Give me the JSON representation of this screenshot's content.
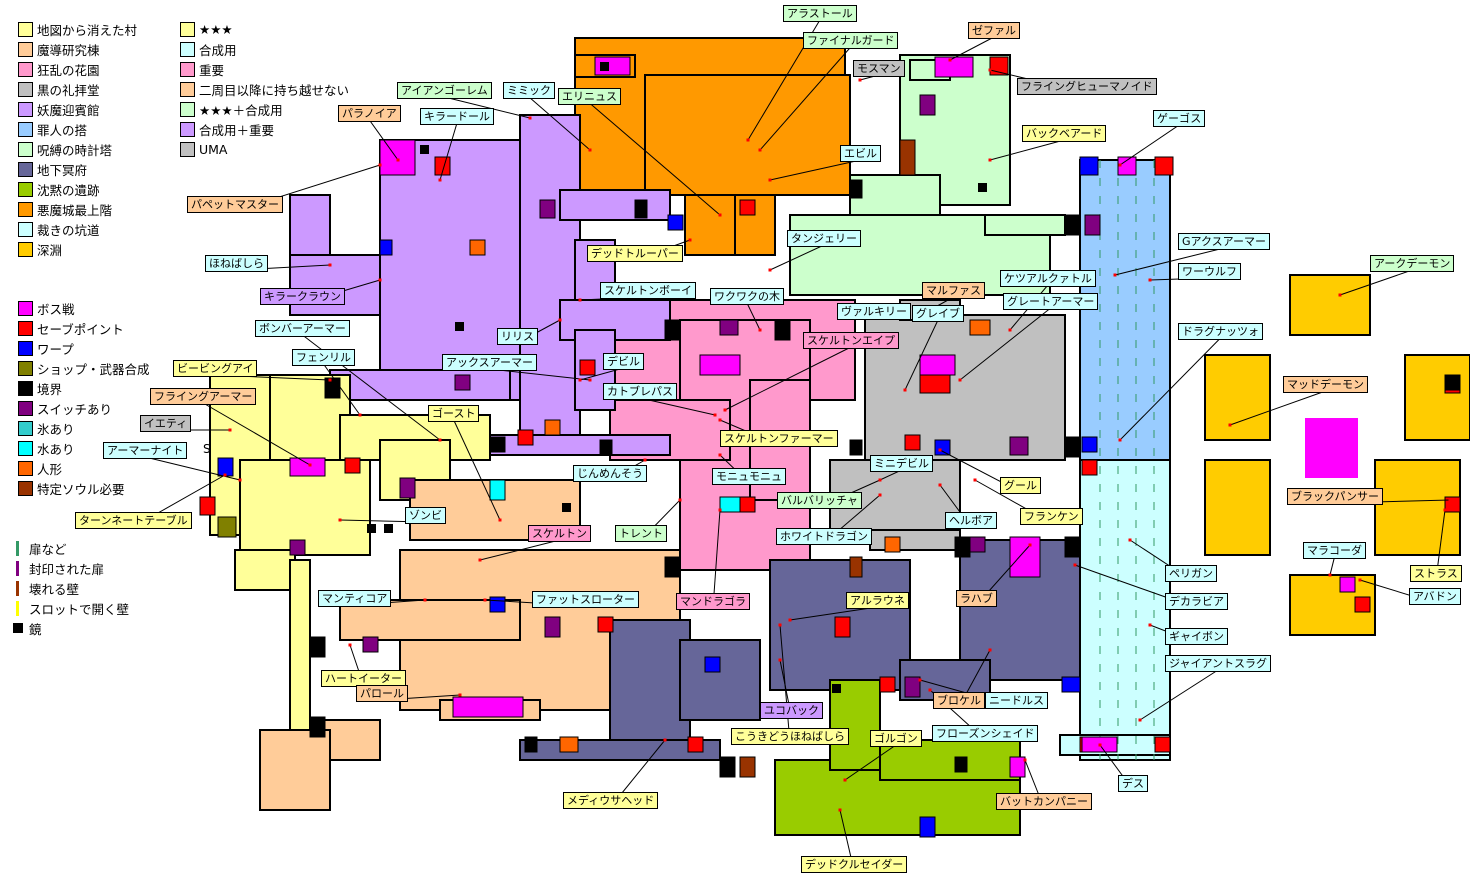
{
  "colors": {
    "village": "#ffff99",
    "lab": "#ffcc99",
    "garden": "#ff99cc",
    "chapel": "#c0c0c0",
    "hall": "#cc99ff",
    "tower": "#99ccff",
    "clock": "#ccffcc",
    "crypt": "#666699",
    "ruins": "#99cc00",
    "castle": "#ff9900",
    "mine": "#ccffff",
    "abyss": "#ffcc00",
    "boss": "#ff00ff",
    "save": "#ff0000",
    "warp": "#0000ff",
    "shop": "#808000",
    "border": "#000000",
    "switch": "#800080",
    "ice": "#33cccc",
    "water": "#00ffff",
    "doll": "#ff6600",
    "soul": "#993300",
    "door": "#339966",
    "sealed": "#800080",
    "breakable": "#993300",
    "slotwall": "#ffff00",
    "mirror": "#000000"
  },
  "legend": {
    "areas": [
      {
        "key": "village",
        "label": "地図から消えた村"
      },
      {
        "key": "lab",
        "label": "魔導研究棟"
      },
      {
        "key": "garden",
        "label": "狂乱の花園"
      },
      {
        "key": "chapel",
        "label": "黒の礼拝堂"
      },
      {
        "key": "hall",
        "label": "妖魔迎賓館"
      },
      {
        "key": "tower",
        "label": "罪人の搭"
      },
      {
        "key": "clock",
        "label": "呪縛の時計塔"
      },
      {
        "key": "crypt",
        "label": "地下冥府"
      },
      {
        "key": "ruins",
        "label": "沈黙の遺跡"
      },
      {
        "key": "castle",
        "label": "悪魔城最上階"
      },
      {
        "key": "mine",
        "label": "裁きの坑道"
      },
      {
        "key": "abyss",
        "label": "深淵"
      }
    ],
    "label_types": [
      {
        "key": "village",
        "label": "★★★"
      },
      {
        "key": "mine",
        "label": "合成用"
      },
      {
        "key": "garden",
        "label": "重要"
      },
      {
        "key": "lab",
        "label": "二周目以降に持ち越せない"
      },
      {
        "key": "clock",
        "label": "★★★＋合成用"
      },
      {
        "key": "hall",
        "label": "合成用＋重要"
      },
      {
        "key": "chapel",
        "label": "UMA"
      }
    ],
    "markers": [
      {
        "key": "boss",
        "label": "ボス戦"
      },
      {
        "key": "save",
        "label": "セーブポイント"
      },
      {
        "key": "warp",
        "label": "ワープ"
      },
      {
        "key": "shop",
        "label": "ショップ・武器合成"
      },
      {
        "key": "border",
        "label": "境界"
      },
      {
        "key": "switch",
        "label": "スイッチあり"
      },
      {
        "key": "ice",
        "label": "氷あり"
      },
      {
        "key": "water",
        "label": "水あり"
      },
      {
        "key": "doll",
        "label": "人形"
      },
      {
        "key": "soul",
        "label": "特定ソウル必要"
      }
    ],
    "doors": [
      {
        "key": "door",
        "label": "扉など"
      },
      {
        "key": "sealed",
        "label": "封印された扉"
      },
      {
        "key": "breakable",
        "label": "壊れる壁"
      },
      {
        "key": "slotwall",
        "label": "スロットで開く壁"
      }
    ],
    "mirror_label": "鏡"
  },
  "enemies": [
    {
      "name": "アラストール",
      "type": "clock"
    },
    {
      "name": "ファイナルガード",
      "type": "clock"
    },
    {
      "name": "ゼファル",
      "type": "lab"
    },
    {
      "name": "モスマン",
      "type": "chapel"
    },
    {
      "name": "フライングヒューマノイド",
      "type": "chapel"
    },
    {
      "name": "アイアンゴーレム",
      "type": "clock"
    },
    {
      "name": "ミミック",
      "type": "mine"
    },
    {
      "name": "エリニュス",
      "type": "clock"
    },
    {
      "name": "パラノイア",
      "type": "lab"
    },
    {
      "name": "キラードール",
      "type": "mine"
    },
    {
      "name": "ゲーゴス",
      "type": "mine"
    },
    {
      "name": "バックベアード",
      "type": "village"
    },
    {
      "name": "エビル",
      "type": "mine"
    },
    {
      "name": "パペットマスター",
      "type": "lab"
    },
    {
      "name": "デッドトルーパー",
      "type": "village"
    },
    {
      "name": "タンジェリー",
      "type": "mine"
    },
    {
      "name": "Gアクスアーマー",
      "type": "mine"
    },
    {
      "name": "ほねばしら",
      "type": "mine"
    },
    {
      "name": "ワーウルフ",
      "type": "mine"
    },
    {
      "name": "アークデーモン",
      "type": "clock"
    },
    {
      "name": "キラークラウン",
      "type": "hall"
    },
    {
      "name": "スケルトンボーイ",
      "type": "mine"
    },
    {
      "name": "ワクワクの木",
      "type": "mine"
    },
    {
      "name": "ケツアルクァトル",
      "type": "mine"
    },
    {
      "name": "マルファス",
      "type": "lab"
    },
    {
      "name": "グレートアーマー",
      "type": "mine"
    },
    {
      "name": "ヴァルキリー",
      "type": "mine"
    },
    {
      "name": "グレイブ",
      "type": "mine"
    },
    {
      "name": "ボンバーアーマー",
      "type": "mine"
    },
    {
      "name": "リリス",
      "type": "mine"
    },
    {
      "name": "スケルトンエイプ",
      "type": "garden"
    },
    {
      "name": "ドラグナッツォ",
      "type": "mine"
    },
    {
      "name": "フェンリル",
      "type": "mine"
    },
    {
      "name": "アックスアーマー",
      "type": "mine"
    },
    {
      "name": "デビル",
      "type": "mine"
    },
    {
      "name": "ビービングアイ",
      "type": "village"
    },
    {
      "name": "マッドデーモン",
      "type": "lab"
    },
    {
      "name": "フライングアーマー",
      "type": "lab"
    },
    {
      "name": "カトブレパス",
      "type": "mine"
    },
    {
      "name": "ゴースト",
      "type": "village"
    },
    {
      "name": "イエティ",
      "type": "chapel"
    },
    {
      "name": "スケルトンファーマー",
      "type": "village"
    },
    {
      "name": "アーマーナイト",
      "type": "mine"
    },
    {
      "name": "じんめんそう",
      "type": "mine"
    },
    {
      "name": "モニュモニュ",
      "type": "mine"
    },
    {
      "name": "ミニデビル",
      "type": "mine"
    },
    {
      "name": "グール",
      "type": "village"
    },
    {
      "name": "バルバリッチャ",
      "type": "clock"
    },
    {
      "name": "ブラックパンサー",
      "type": "lab"
    },
    {
      "name": "ゾンビ",
      "type": "mine"
    },
    {
      "name": "ヘルボア",
      "type": "mine"
    },
    {
      "name": "フランケン",
      "type": "village"
    },
    {
      "name": "ターンネートテーブル",
      "type": "village"
    },
    {
      "name": "スケルトン",
      "type": "garden"
    },
    {
      "name": "トレント",
      "type": "clock"
    },
    {
      "name": "ホワイトドラゴン",
      "type": "mine"
    },
    {
      "name": "マラコーダ",
      "type": "mine"
    },
    {
      "name": "ストラス",
      "type": "village"
    },
    {
      "name": "ペリガン",
      "type": "mine"
    },
    {
      "name": "マンティコア",
      "type": "mine"
    },
    {
      "name": "ファットスローター",
      "type": "mine"
    },
    {
      "name": "アバドン",
      "type": "mine"
    },
    {
      "name": "ラハブ",
      "type": "lab"
    },
    {
      "name": "デカラビア",
      "type": "mine"
    },
    {
      "name": "マンドラゴラ",
      "type": "garden"
    },
    {
      "name": "アルラウネ",
      "type": "village"
    },
    {
      "name": "ギャイボン",
      "type": "mine"
    },
    {
      "name": "ハートイーター",
      "type": "village"
    },
    {
      "name": "ジャイアントスラグ",
      "type": "mine"
    },
    {
      "name": "パロール",
      "type": "lab"
    },
    {
      "name": "ブロケル",
      "type": "lab"
    },
    {
      "name": "ニードルス",
      "type": "mine"
    },
    {
      "name": "ユコバック",
      "type": "hall"
    },
    {
      "name": "こうきどうほねばしら",
      "type": "village"
    },
    {
      "name": "ゴルゴン",
      "type": "village"
    },
    {
      "name": "フローズンシェイド",
      "type": "mine"
    },
    {
      "name": "デス",
      "type": "mine"
    },
    {
      "name": "バットカンパニー",
      "type": "lab"
    },
    {
      "name": "メディウサヘッド",
      "type": "village"
    },
    {
      "name": "デッドクルセイダー",
      "type": "village"
    }
  ],
  "village_marker": "S"
}
